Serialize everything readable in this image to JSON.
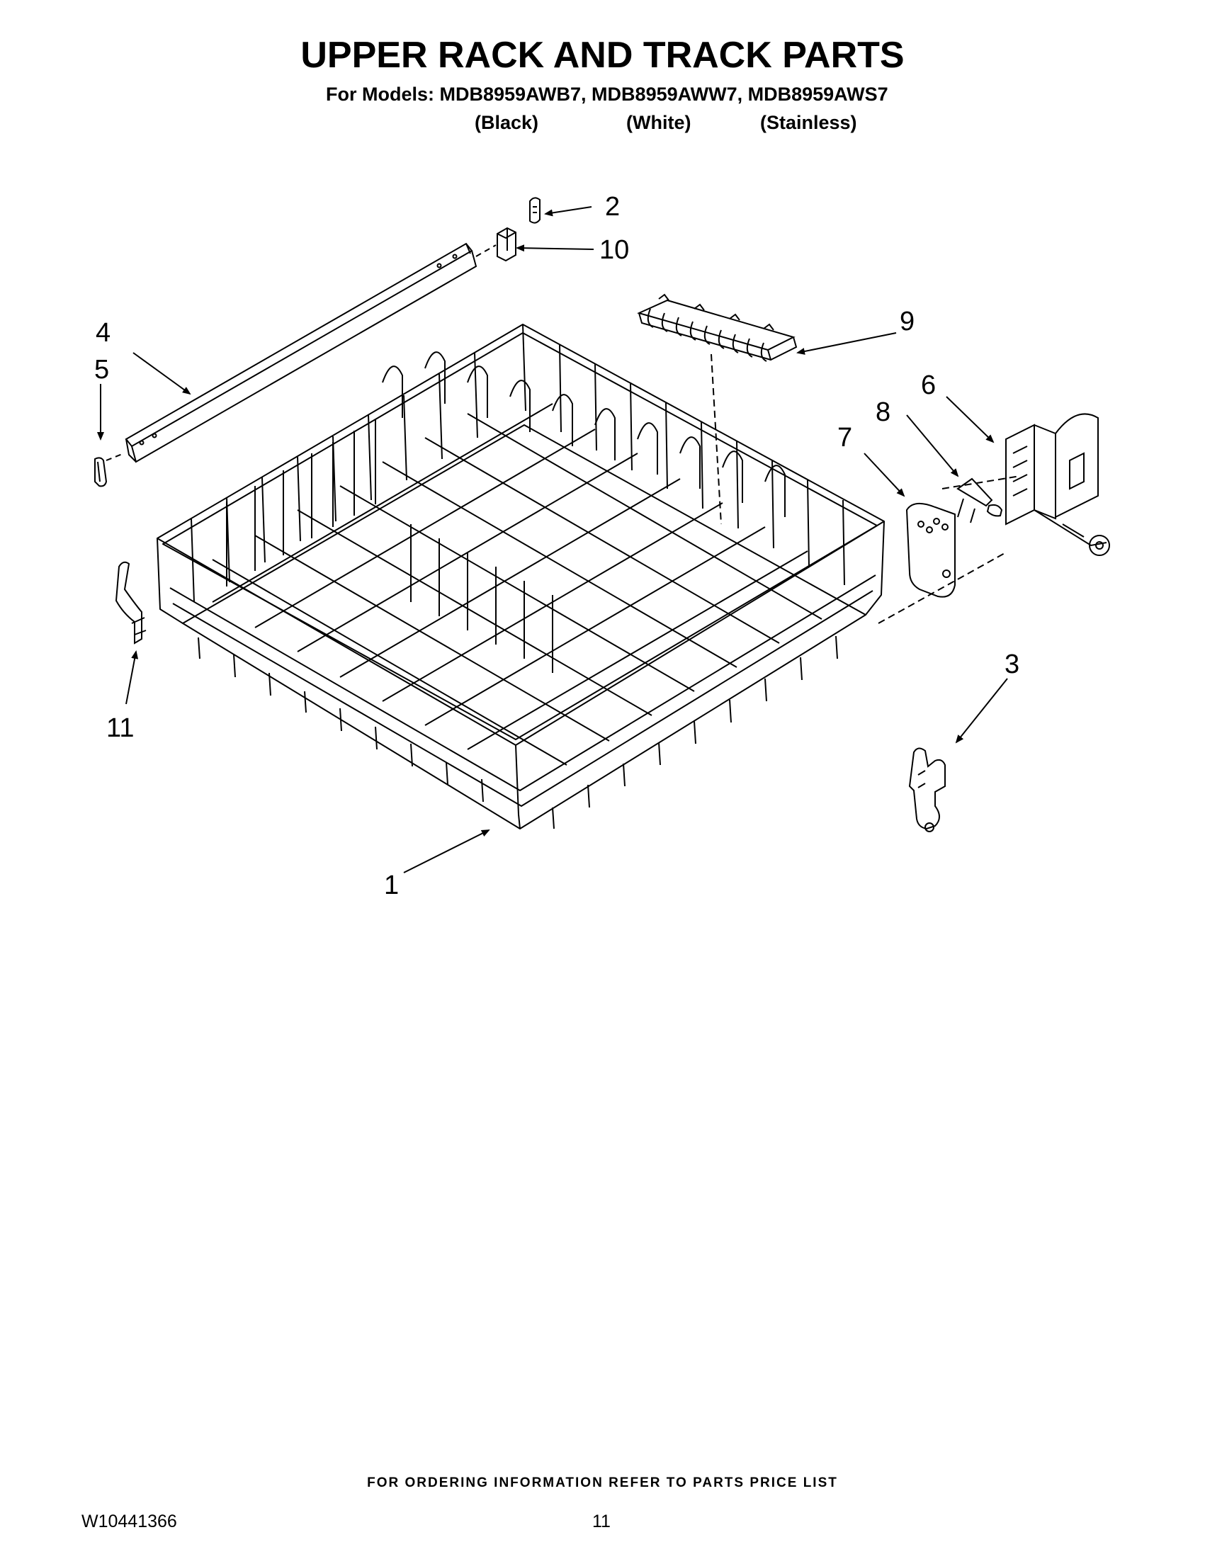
{
  "header": {
    "title": "UPPER RACK AND TRACK PARTS",
    "models_line": "For Models: MDB8959AWB7, MDB8959AWW7, MDB8959AWS7",
    "variants": [
      "(Black)",
      "(White)",
      "(Stainless)"
    ]
  },
  "diagram": {
    "callouts": [
      {
        "id": "callout-1",
        "label": "1",
        "part": "upper-rack"
      },
      {
        "id": "callout-2",
        "label": "2",
        "part": "track-clip"
      },
      {
        "id": "callout-3",
        "label": "3",
        "part": "rack-adjuster-left"
      },
      {
        "id": "callout-4",
        "label": "4",
        "part": "rack-track"
      },
      {
        "id": "callout-5",
        "label": "5",
        "part": "track-end-cap"
      },
      {
        "id": "callout-6",
        "label": "6",
        "part": "rack-adjuster-right"
      },
      {
        "id": "callout-7",
        "label": "7",
        "part": "adjuster-cover"
      },
      {
        "id": "callout-8",
        "label": "8",
        "part": "adjuster-lever"
      },
      {
        "id": "callout-9",
        "label": "9",
        "part": "cup-shelf"
      },
      {
        "id": "callout-10",
        "label": "10",
        "part": "track-stop"
      },
      {
        "id": "callout-11",
        "label": "11",
        "part": "rack-clip"
      }
    ]
  },
  "footer": {
    "note": "FOR ORDERING INFORMATION REFER TO PARTS PRICE LIST",
    "doc_number": "W10441366",
    "page_number": "11"
  }
}
